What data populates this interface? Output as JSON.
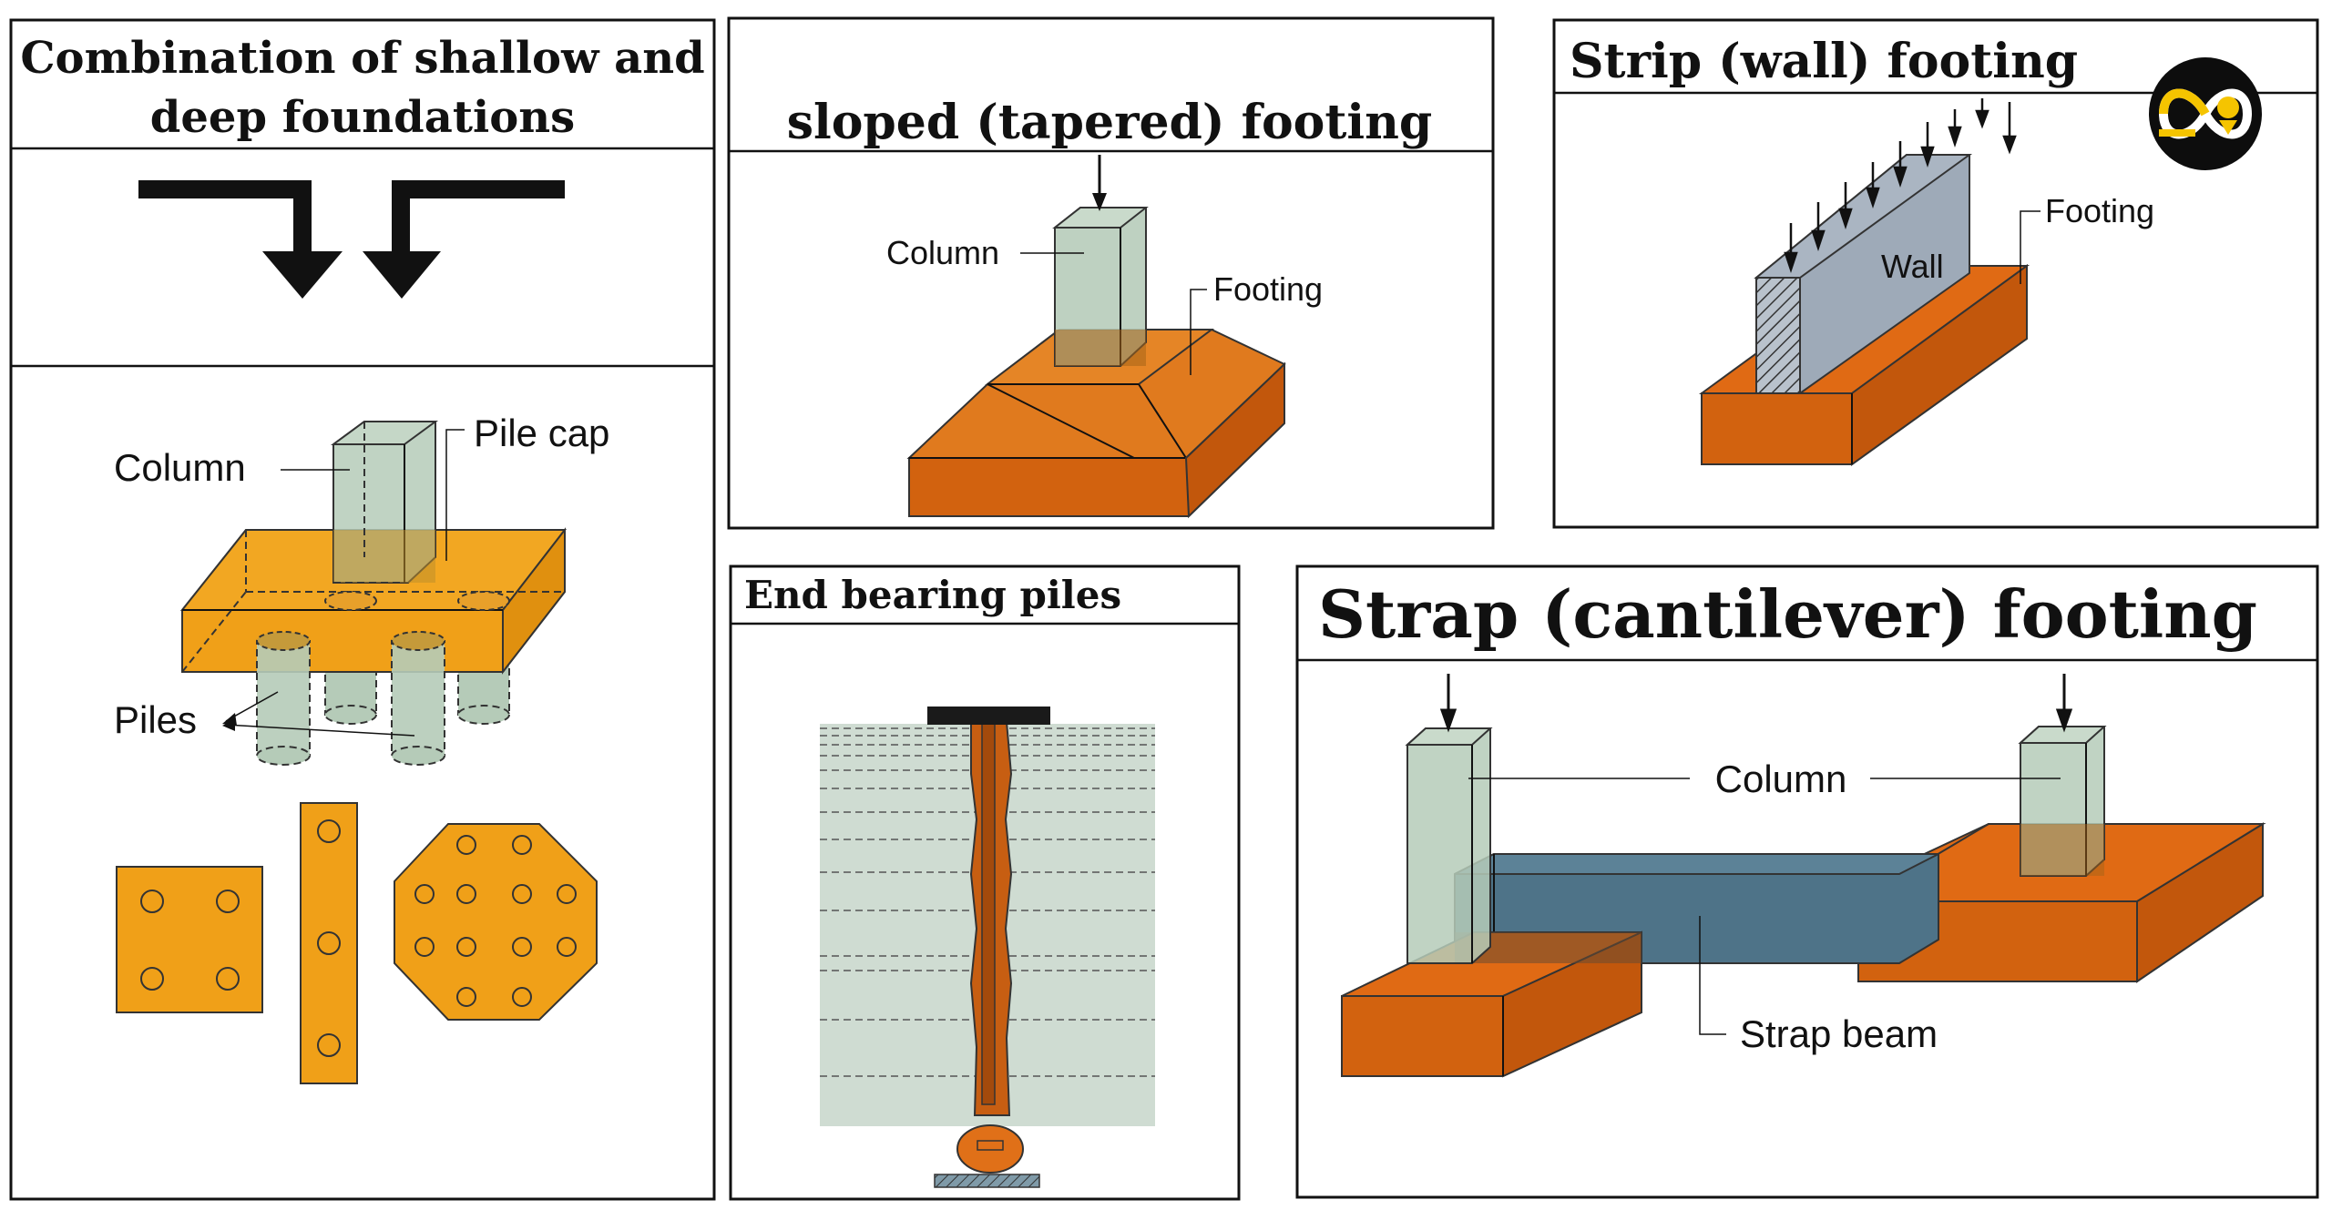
{
  "panels": {
    "combination": {
      "title_line1": "Combination of shallow and",
      "title_line2": "deep foundations",
      "labels": {
        "column": "Column",
        "pile_cap": "Pile cap",
        "piles": "Piles"
      }
    },
    "sloped": {
      "title": "sloped (tapered) footing",
      "labels": {
        "column": "Column",
        "footing": "Footing"
      }
    },
    "strip": {
      "title": "Strip (wall) footing",
      "labels": {
        "wall": "Wall",
        "footing": "Footing"
      }
    },
    "end_bearing": {
      "title": "End bearing piles"
    },
    "strap": {
      "title": "Strap (cantilever) footing",
      "labels": {
        "column": "Column",
        "strap_beam": "Strap beam"
      }
    }
  },
  "colors": {
    "orange_footing": "#d2620f",
    "orange_cap": "#f0a018",
    "column_green": "#b5cbb8",
    "wall_blue": "#9eaab8",
    "strap_blue": "#4e7388",
    "soil_green": "#cfdcd2",
    "logo_yellow": "#f5c400"
  }
}
